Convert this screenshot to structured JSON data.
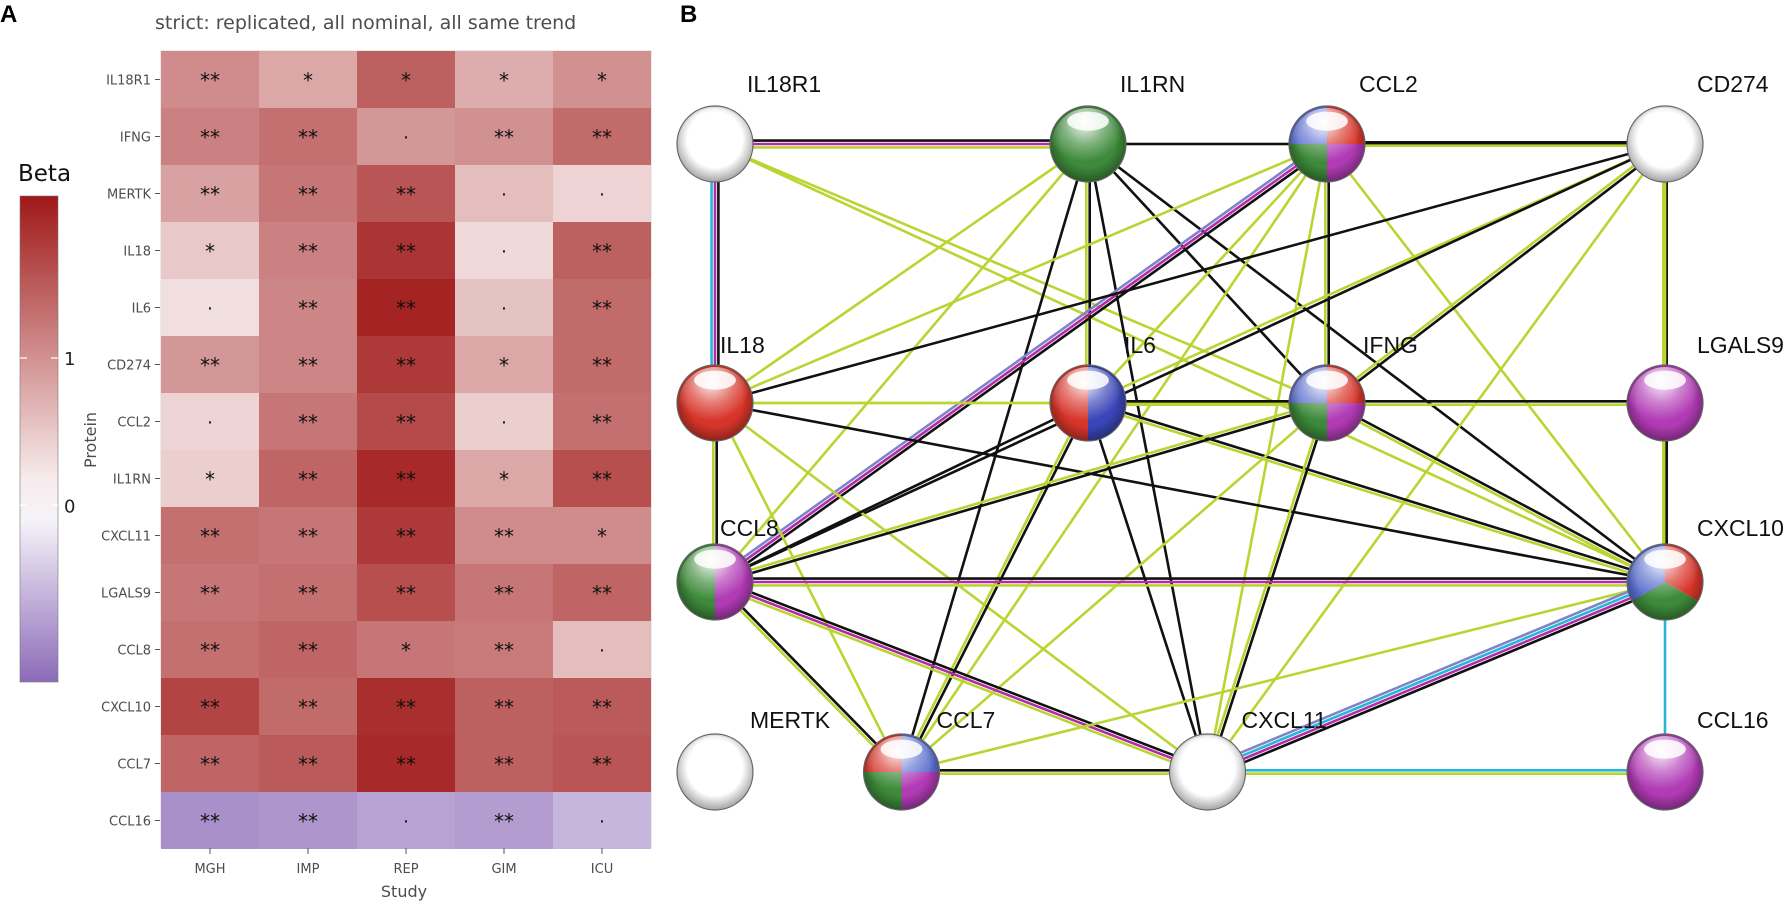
{
  "panels": {
    "a": "A",
    "b": "B"
  },
  "chart_data": [
    {
      "type": "heatmap",
      "title": "strict: replicated, all nominal, all same trend",
      "xlabel": "Study",
      "ylabel": "Protein",
      "x": [
        "MGH",
        "IMP",
        "REP",
        "GIM",
        "ICU"
      ],
      "y": [
        "IL18R1",
        "IFNG",
        "MERTK",
        "IL18",
        "IL6",
        "CD274",
        "CCL2",
        "IL1RN",
        "CXCL11",
        "LGALS9",
        "CCL8",
        "CXCL10",
        "CCL7",
        "CCL16"
      ],
      "values": [
        [
          1.05,
          0.8,
          1.45,
          0.75,
          1.0
        ],
        [
          1.15,
          1.3,
          0.95,
          1.0,
          1.35
        ],
        [
          0.85,
          1.25,
          1.55,
          0.6,
          0.4
        ],
        [
          0.5,
          1.15,
          1.85,
          0.35,
          1.45
        ],
        [
          0.3,
          1.1,
          2.0,
          0.55,
          1.35
        ],
        [
          0.95,
          1.1,
          1.8,
          0.8,
          1.35
        ],
        [
          0.4,
          1.25,
          1.65,
          0.45,
          1.3
        ],
        [
          0.45,
          1.4,
          1.95,
          0.8,
          1.6
        ],
        [
          1.3,
          1.25,
          1.8,
          1.05,
          1.05
        ],
        [
          1.25,
          1.3,
          1.6,
          1.25,
          1.4
        ],
        [
          1.3,
          1.4,
          1.25,
          1.2,
          0.6
        ],
        [
          1.7,
          1.35,
          1.9,
          1.45,
          1.5
        ],
        [
          1.4,
          1.5,
          1.95,
          1.45,
          1.55
        ],
        [
          -0.9,
          -0.85,
          -0.75,
          -0.8,
          -0.6
        ]
      ],
      "significance": [
        [
          "**",
          "*",
          "*",
          "*",
          "*"
        ],
        [
          "**",
          "**",
          ".",
          "**",
          "**"
        ],
        [
          "**",
          "**",
          "**",
          ".",
          "."
        ],
        [
          "*",
          "**",
          "**",
          ".",
          "**"
        ],
        [
          ".",
          "**",
          "**",
          ".",
          "**"
        ],
        [
          "**",
          "**",
          "**",
          "*",
          "**"
        ],
        [
          ".",
          "**",
          "**",
          ".",
          "**"
        ],
        [
          "*",
          "**",
          "**",
          "*",
          "**"
        ],
        [
          "**",
          "**",
          "**",
          "**",
          "*"
        ],
        [
          "**",
          "**",
          "**",
          "**",
          "**"
        ],
        [
          "**",
          "**",
          "*",
          "**",
          "."
        ],
        [
          "**",
          "**",
          "**",
          "**",
          "**"
        ],
        [
          "**",
          "**",
          "**",
          "**",
          "**"
        ],
        [
          "**",
          "**",
          ".",
          "**",
          "."
        ]
      ],
      "legend": {
        "title": "Beta",
        "ticks": [
          0,
          1
        ],
        "range": [
          -1.2,
          2.1
        ],
        "placement": "left"
      },
      "colors": {
        "low": "#8c6bb8",
        "mid": "#ffffff",
        "high": "#a01818",
        "panel_bg": "#ebebeb"
      }
    },
    {
      "type": "network",
      "nodes": [
        {
          "id": "IL18R1",
          "label": "IL18R1",
          "col": 0,
          "row": 0,
          "fill": [
            "#ffffff"
          ]
        },
        {
          "id": "IL1RN",
          "label": "IL1RN",
          "col": 1,
          "row": 0,
          "fill": [
            "#3d8a3a"
          ]
        },
        {
          "id": "CCL2",
          "label": "CCL2",
          "col": 2,
          "row": 0,
          "fill": [
            "#d8352a",
            "#b13bb5",
            "#3d8a3a",
            "#5b6fd0"
          ]
        },
        {
          "id": "CD274",
          "label": "CD274",
          "col": 3,
          "row": 0,
          "fill": [
            "#ffffff"
          ]
        },
        {
          "id": "IL18",
          "label": "IL18",
          "col": 0,
          "row": 1,
          "fill": [
            "#d8352a"
          ]
        },
        {
          "id": "IL6",
          "label": "IL6",
          "col": 1,
          "row": 1,
          "fill": [
            "#d8352a",
            "#3a45b8"
          ]
        },
        {
          "id": "IFNG",
          "label": "IFNG",
          "col": 2,
          "row": 1,
          "fill": [
            "#d8352a",
            "#b13bb5",
            "#3d8a3a",
            "#5b6fd0"
          ]
        },
        {
          "id": "LGALS9",
          "label": "LGALS9",
          "col": 3,
          "row": 1,
          "fill": [
            "#b13bb5"
          ]
        },
        {
          "id": "CCL8",
          "label": "CCL8",
          "col": 0,
          "row": 2,
          "fill": [
            "#3d8a3a",
            "#b13bb5"
          ]
        },
        {
          "id": "CXCL10",
          "label": "CXCL10",
          "col": 3,
          "row": 2,
          "fill": [
            "#d8352a",
            "#3d8a3a",
            "#5b6fd0"
          ]
        },
        {
          "id": "MERTK",
          "label": "MERTK",
          "col": 0,
          "row": 3,
          "fill": [
            "#ffffff"
          ]
        },
        {
          "id": "CCL7",
          "label": "CCL7",
          "col": 0.5,
          "row": 3,
          "fill": [
            "#5b6fd0",
            "#b13bb5",
            "#3d8a3a",
            "#d8352a"
          ]
        },
        {
          "id": "CXCL11",
          "label": "CXCL11",
          "col": 1.5,
          "row": 3,
          "fill": [
            "#ffffff"
          ]
        },
        {
          "id": "CCL16",
          "label": "CCL16",
          "col": 3,
          "row": 3,
          "fill": [
            "#b13bb5"
          ]
        }
      ],
      "edges": [
        {
          "source": "IL18R1",
          "target": "IL1RN",
          "types": [
            "black",
            "magenta",
            "yellowgreen"
          ]
        },
        {
          "source": "IL18R1",
          "target": "IL18",
          "types": [
            "black",
            "magenta",
            "cyan"
          ]
        },
        {
          "source": "IL18R1",
          "target": "IFNG",
          "types": [
            "yellowgreen"
          ]
        },
        {
          "source": "IL18R1",
          "target": "CXCL10",
          "types": [
            "yellowgreen"
          ]
        },
        {
          "source": "IL1RN",
          "target": "CCL2",
          "types": [
            "yellowgreen"
          ]
        },
        {
          "source": "IL1RN",
          "target": "CD274",
          "types": [
            "black"
          ]
        },
        {
          "source": "IL1RN",
          "target": "IL18",
          "types": [
            "yellowgreen"
          ]
        },
        {
          "source": "IL1RN",
          "target": "IL6",
          "types": [
            "black",
            "yellowgreen"
          ]
        },
        {
          "source": "IL1RN",
          "target": "IFNG",
          "types": [
            "black"
          ]
        },
        {
          "source": "IL1RN",
          "target": "CCL8",
          "types": [
            "yellowgreen"
          ]
        },
        {
          "source": "IL1RN",
          "target": "CXCL10",
          "types": [
            "black"
          ]
        },
        {
          "source": "IL1RN",
          "target": "CCL7",
          "types": [
            "black"
          ]
        },
        {
          "source": "IL1RN",
          "target": "CXCL11",
          "types": [
            "black"
          ]
        },
        {
          "source": "CCL2",
          "target": "CD274",
          "types": [
            "black",
            "yellowgreen"
          ]
        },
        {
          "source": "CCL2",
          "target": "IL18",
          "types": [
            "yellowgreen"
          ]
        },
        {
          "source": "CCL2",
          "target": "IL6",
          "types": [
            "yellowgreen"
          ]
        },
        {
          "source": "CCL2",
          "target": "IFNG",
          "types": [
            "black",
            "yellowgreen"
          ]
        },
        {
          "source": "CCL2",
          "target": "CCL8",
          "types": [
            "black",
            "magenta",
            "slateblue"
          ]
        },
        {
          "source": "CCL2",
          "target": "CXCL10",
          "types": [
            "yellowgreen"
          ]
        },
        {
          "source": "CCL2",
          "target": "CCL7",
          "types": [
            "yellowgreen"
          ]
        },
        {
          "source": "CCL2",
          "target": "CXCL11",
          "types": [
            "yellowgreen"
          ]
        },
        {
          "source": "CD274",
          "target": "IL18",
          "types": [
            "black"
          ]
        },
        {
          "source": "CD274",
          "target": "IL6",
          "types": [
            "yellowgreen"
          ]
        },
        {
          "source": "CD274",
          "target": "IFNG",
          "types": [
            "black",
            "yellowgreen"
          ]
        },
        {
          "source": "CD274",
          "target": "LGALS9",
          "types": [
            "black",
            "yellowgreen"
          ]
        },
        {
          "source": "CD274",
          "target": "CCL8",
          "types": [
            "black"
          ]
        },
        {
          "source": "CD274",
          "target": "CXCL10",
          "types": [
            "yellowgreen"
          ]
        },
        {
          "source": "CD274",
          "target": "CXCL11",
          "types": [
            "yellowgreen"
          ]
        },
        {
          "source": "IL18",
          "target": "IL6",
          "types": [
            "yellowgreen"
          ]
        },
        {
          "source": "IL18",
          "target": "IFNG",
          "types": [
            "yellowgreen"
          ]
        },
        {
          "source": "IL18",
          "target": "CCL8",
          "types": [
            "black",
            "yellowgreen"
          ]
        },
        {
          "source": "IL18",
          "target": "CXCL10",
          "types": [
            "black"
          ]
        },
        {
          "source": "IL18",
          "target": "CCL7",
          "types": [
            "yellowgreen"
          ]
        },
        {
          "source": "IL18",
          "target": "CXCL11",
          "types": [
            "yellowgreen"
          ]
        },
        {
          "source": "IL6",
          "target": "IFNG",
          "types": [
            "black",
            "yellowgreen"
          ]
        },
        {
          "source": "IL6",
          "target": "CCL8",
          "types": [
            "black"
          ]
        },
        {
          "source": "IL6",
          "target": "CXCL10",
          "types": [
            "black",
            "yellowgreen"
          ]
        },
        {
          "source": "IL6",
          "target": "CCL7",
          "types": [
            "black",
            "yellowgreen"
          ]
        },
        {
          "source": "IL6",
          "target": "CXCL11",
          "types": [
            "black"
          ]
        },
        {
          "source": "IFNG",
          "target": "LGALS9",
          "types": [
            "black",
            "yellowgreen"
          ]
        },
        {
          "source": "IFNG",
          "target": "CCL8",
          "types": [
            "black",
            "yellowgreen"
          ]
        },
        {
          "source": "IFNG",
          "target": "CXCL10",
          "types": [
            "black",
            "yellowgreen"
          ]
        },
        {
          "source": "IFNG",
          "target": "CCL7",
          "types": [
            "yellowgreen"
          ]
        },
        {
          "source": "IFNG",
          "target": "CXCL11",
          "types": [
            "black",
            "yellowgreen"
          ]
        },
        {
          "source": "LGALS9",
          "target": "CXCL10",
          "types": [
            "black",
            "yellowgreen"
          ]
        },
        {
          "source": "CCL8",
          "target": "CXCL10",
          "types": [
            "black",
            "magenta",
            "yellowgreen"
          ]
        },
        {
          "source": "CCL8",
          "target": "CCL7",
          "types": [
            "black",
            "yellowgreen"
          ]
        },
        {
          "source": "CCL8",
          "target": "CXCL11",
          "types": [
            "black",
            "magenta",
            "yellowgreen"
          ]
        },
        {
          "source": "CXCL10",
          "target": "CCL7",
          "types": [
            "yellowgreen"
          ]
        },
        {
          "source": "CXCL10",
          "target": "CXCL11",
          "types": [
            "black",
            "magenta",
            "cyan",
            "slateblue"
          ]
        },
        {
          "source": "CXCL10",
          "target": "CCL16",
          "types": [
            "cyan"
          ]
        },
        {
          "source": "CCL7",
          "target": "CXCL11",
          "types": [
            "black",
            "yellowgreen"
          ]
        },
        {
          "source": "CXCL11",
          "target": "CCL16",
          "types": [
            "cyan",
            "yellowgreen"
          ]
        }
      ]
    }
  ]
}
